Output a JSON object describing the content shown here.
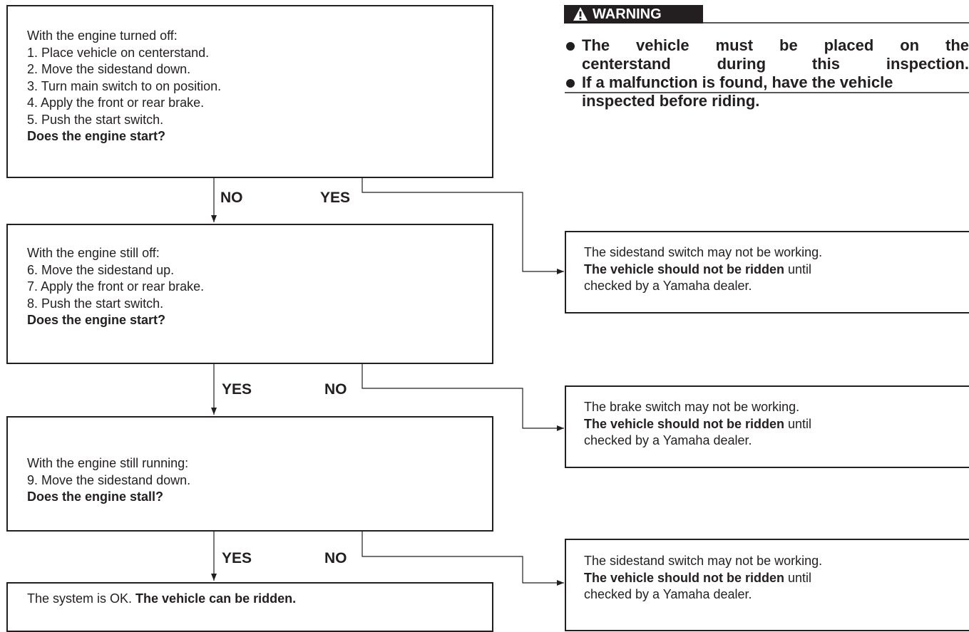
{
  "warning": {
    "title": "WARNING",
    "items": [
      {
        "line1": "The vehicle must be placed on the",
        "line2": "centerstand during this inspection."
      },
      {
        "line1": "If a malfunction is found, have the vehicle",
        "line2": "inspected before riding."
      }
    ]
  },
  "steps": [
    {
      "lines": [
        "With the engine turned off:",
        "1. Place vehicle on centerstand.",
        "2. Move the sidestand down.",
        "3. Turn main switch to on position.",
        "4. Apply the front or rear brake.",
        "5. Push the start switch."
      ],
      "question": "Does the engine start?"
    },
    {
      "lines": [
        "With the engine still off:",
        "6. Move the sidestand up.",
        "7. Apply the front or rear brake.",
        "8. Push the start switch."
      ],
      "question": "Does the engine start?"
    },
    {
      "lines": [
        "With the engine still running:",
        "9. Move the sidestand down."
      ],
      "question": "Does the engine stall?"
    }
  ],
  "final": {
    "plain": "The system is OK. ",
    "bold": "The vehicle can be ridden."
  },
  "branches": [
    {
      "down": "NO",
      "side": "YES"
    },
    {
      "down": "YES",
      "side": "NO"
    },
    {
      "down": "YES",
      "side": "NO"
    }
  ],
  "results": [
    {
      "line1": "The sidestand switch may not be working.",
      "bold": "The vehicle should not be ridden",
      "rest": " until",
      "line3": "checked by a Yamaha dealer."
    },
    {
      "line1": "The brake switch may not be working.",
      "bold": "The vehicle should not be ridden",
      "rest": " until",
      "line3": "checked by a Yamaha dealer."
    },
    {
      "line1": "The sidestand switch may not be working.",
      "bold": "The vehicle should not be ridden",
      "rest": " until",
      "line3": "checked by a Yamaha dealer."
    }
  ]
}
